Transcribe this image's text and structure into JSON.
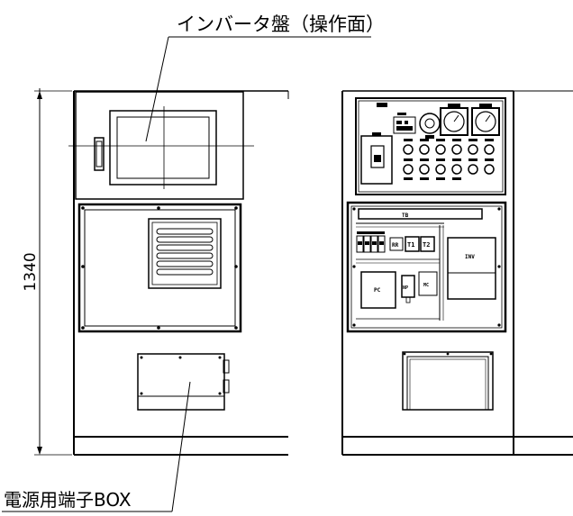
{
  "drawing": {
    "title_label": "インバータ盤（操作面）",
    "terminal_box_label": "電源用端子BOX",
    "height_dimension": "1340"
  },
  "panel_labels": {
    "tb": "TB",
    "inv": "INV",
    "rr": "RR",
    "t1": "T1",
    "t2": "T2",
    "pc": "PC",
    "np": "NP",
    "mc": "MC"
  }
}
